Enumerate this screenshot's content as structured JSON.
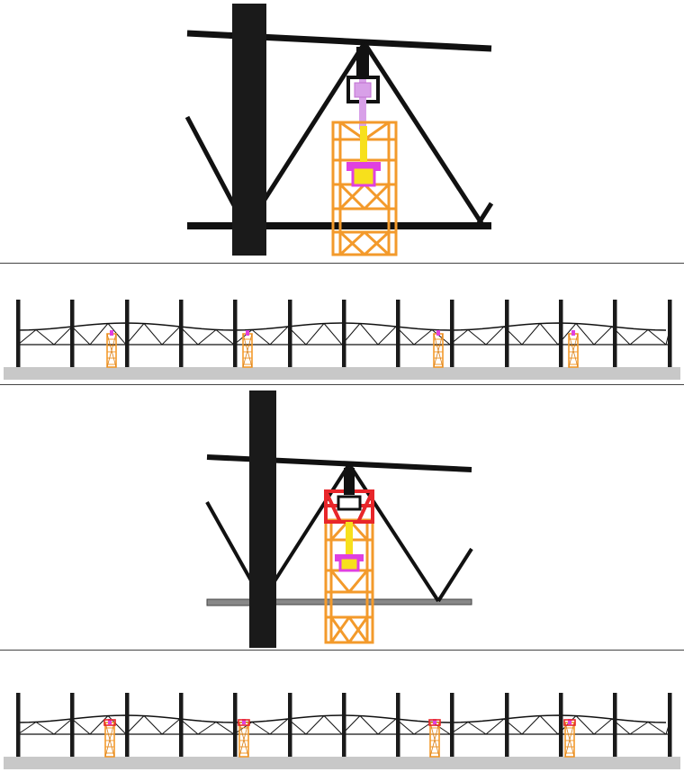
{
  "figure": {
    "panels": [
      {
        "id": "detail-before",
        "content": "truss-support-detail",
        "shoring_frame": "without-red-head"
      },
      {
        "id": "elevation-before",
        "content": "truss-elevation",
        "columns": 13,
        "shoring_towers": 4
      },
      {
        "id": "detail-after",
        "content": "truss-support-detail",
        "shoring_frame": "with-red-head"
      },
      {
        "id": "elevation-after",
        "content": "truss-elevation",
        "columns": 13,
        "shoring_towers": 4
      }
    ]
  },
  "colors": {
    "steel": "#111111",
    "column": "#1a1a1a",
    "ground": "#c8c8c8",
    "tower": "#f39a2b",
    "tower_dark": "#d9801a",
    "jack": "#e040e0",
    "jack_light": "#d8a0e8",
    "head_frame": "#e8262a",
    "yellow": "#f7e01c",
    "bottom_chord_grey": "#888888"
  }
}
